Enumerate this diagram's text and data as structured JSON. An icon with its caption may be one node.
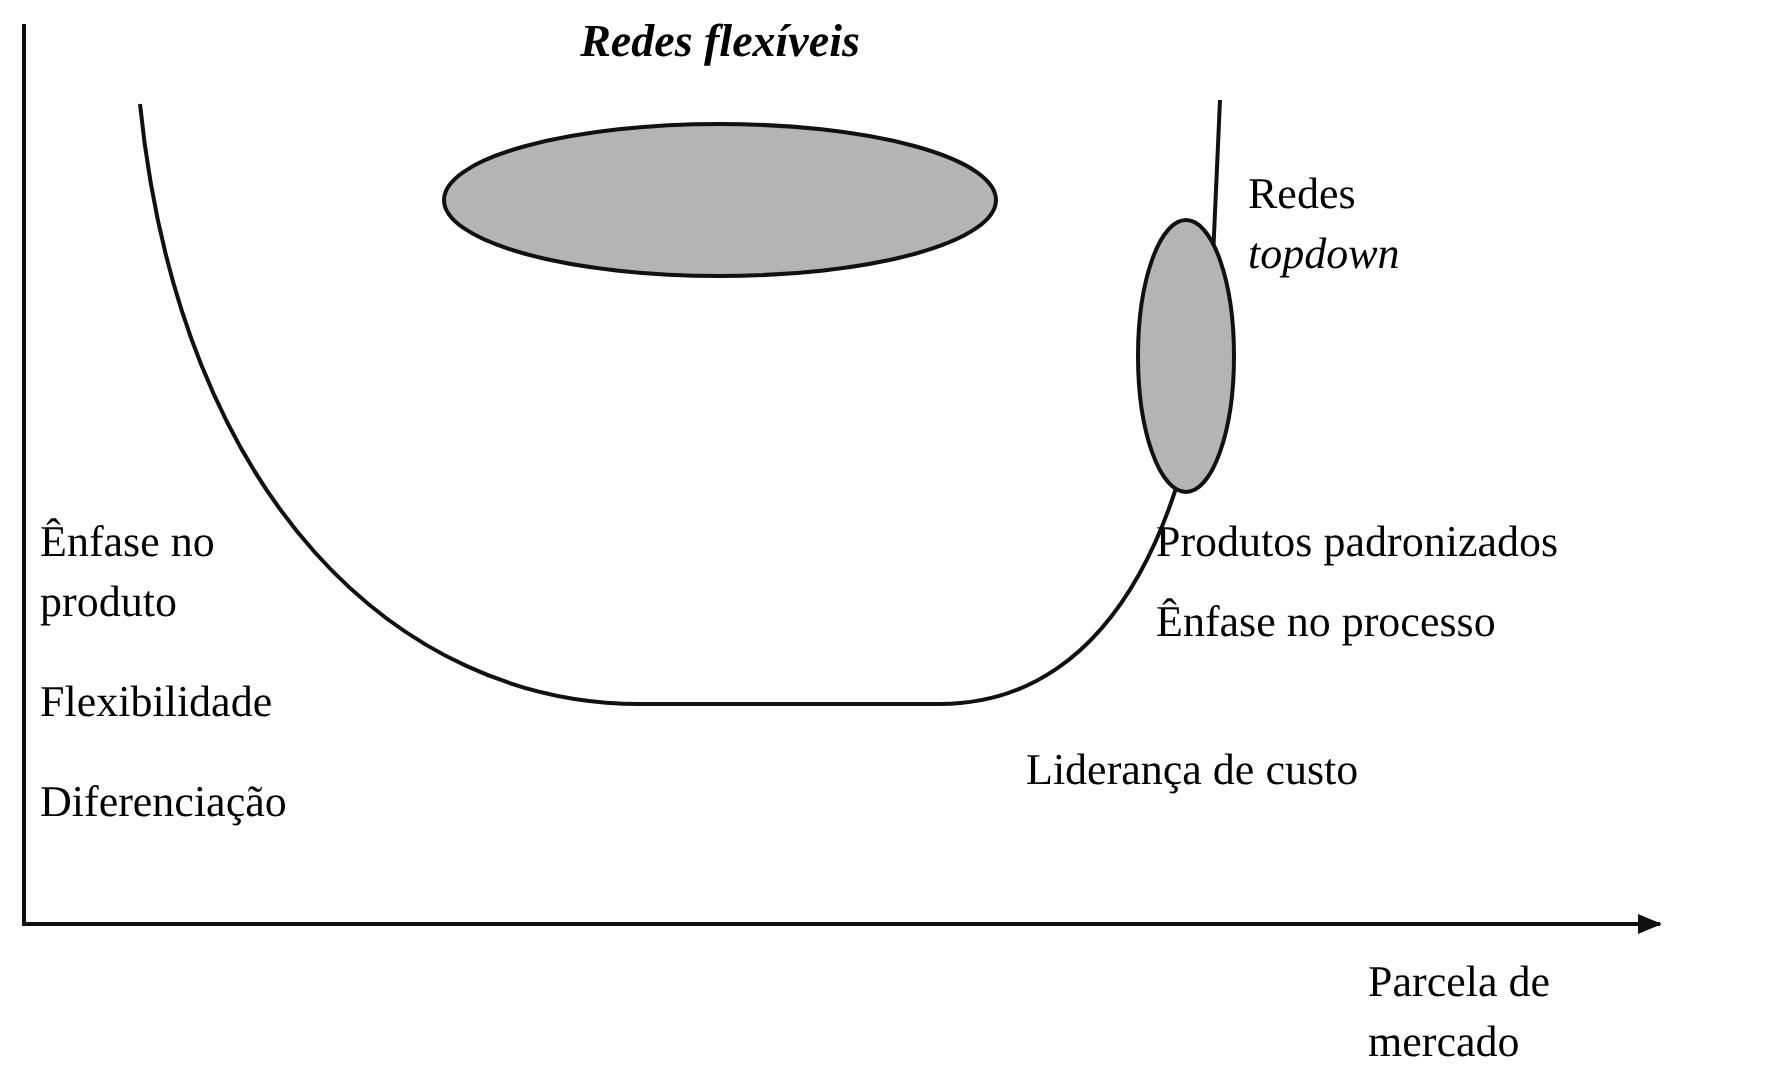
{
  "diagram": {
    "nodes": [
      {
        "text": [],
        "shape": "ellipse",
        "beside": [
          "Redes flexíveis"
        ]
      },
      {
        "text": [],
        "shape": "ellipse",
        "beside": [
          "Redes *topdown*"
        ]
      }
    ],
    "labels": [
      "Ênfase no produto",
      "Flexibilidade",
      "Diferenciação",
      "Produtos padronizados",
      "Ênfase no processo",
      "Liderança de custo",
      "Parcela de mercado"
    ]
  }
}
